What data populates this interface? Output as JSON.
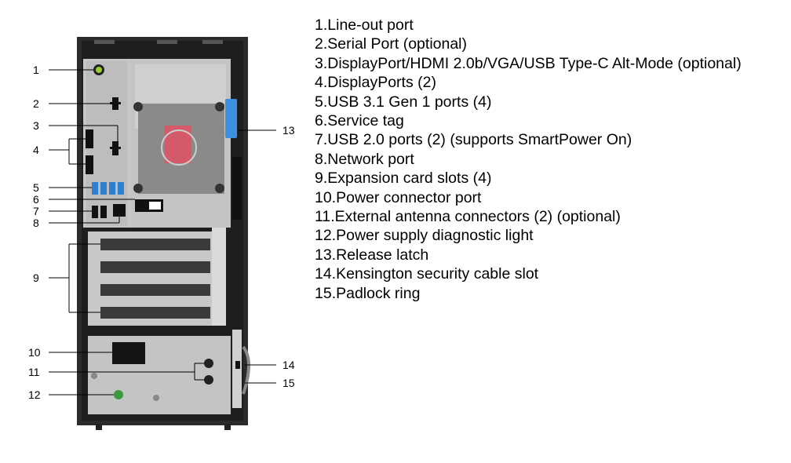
{
  "callouts": [
    "1",
    "2",
    "3",
    "4",
    "5",
    "6",
    "7",
    "8",
    "9",
    "10",
    "11",
    "12",
    "13",
    "14",
    "15"
  ],
  "legend": [
    "1.Line-out port",
    "2.Serial Port (optional)",
    "3.DisplayPort/HDMI 2.0b/VGA/USB Type-C Alt-Mode (optional)",
    "4.DisplayPorts (2)",
    "5.USB 3.1 Gen 1 ports (4)",
    "6.Service tag",
    "7.USB 2.0 ports (2) (supports SmartPower On)",
    "8.Network port",
    "9.Expansion card slots (4)",
    "10.Power connector port",
    "11.External antenna connectors (2) (optional)",
    "12.Power supply diagnostic light",
    "13.Release latch",
    "14.Kensington security cable slot",
    "15.Padlock ring"
  ],
  "colors": {
    "chassis": "#2b2b2b",
    "panel": "#c9c9c9",
    "usb3": "#2f7fd0",
    "latch": "#3d8fe0",
    "line_out": "#9acd32",
    "diag_light": "#3a9a3a",
    "fan_hub": "#d45a6a"
  }
}
